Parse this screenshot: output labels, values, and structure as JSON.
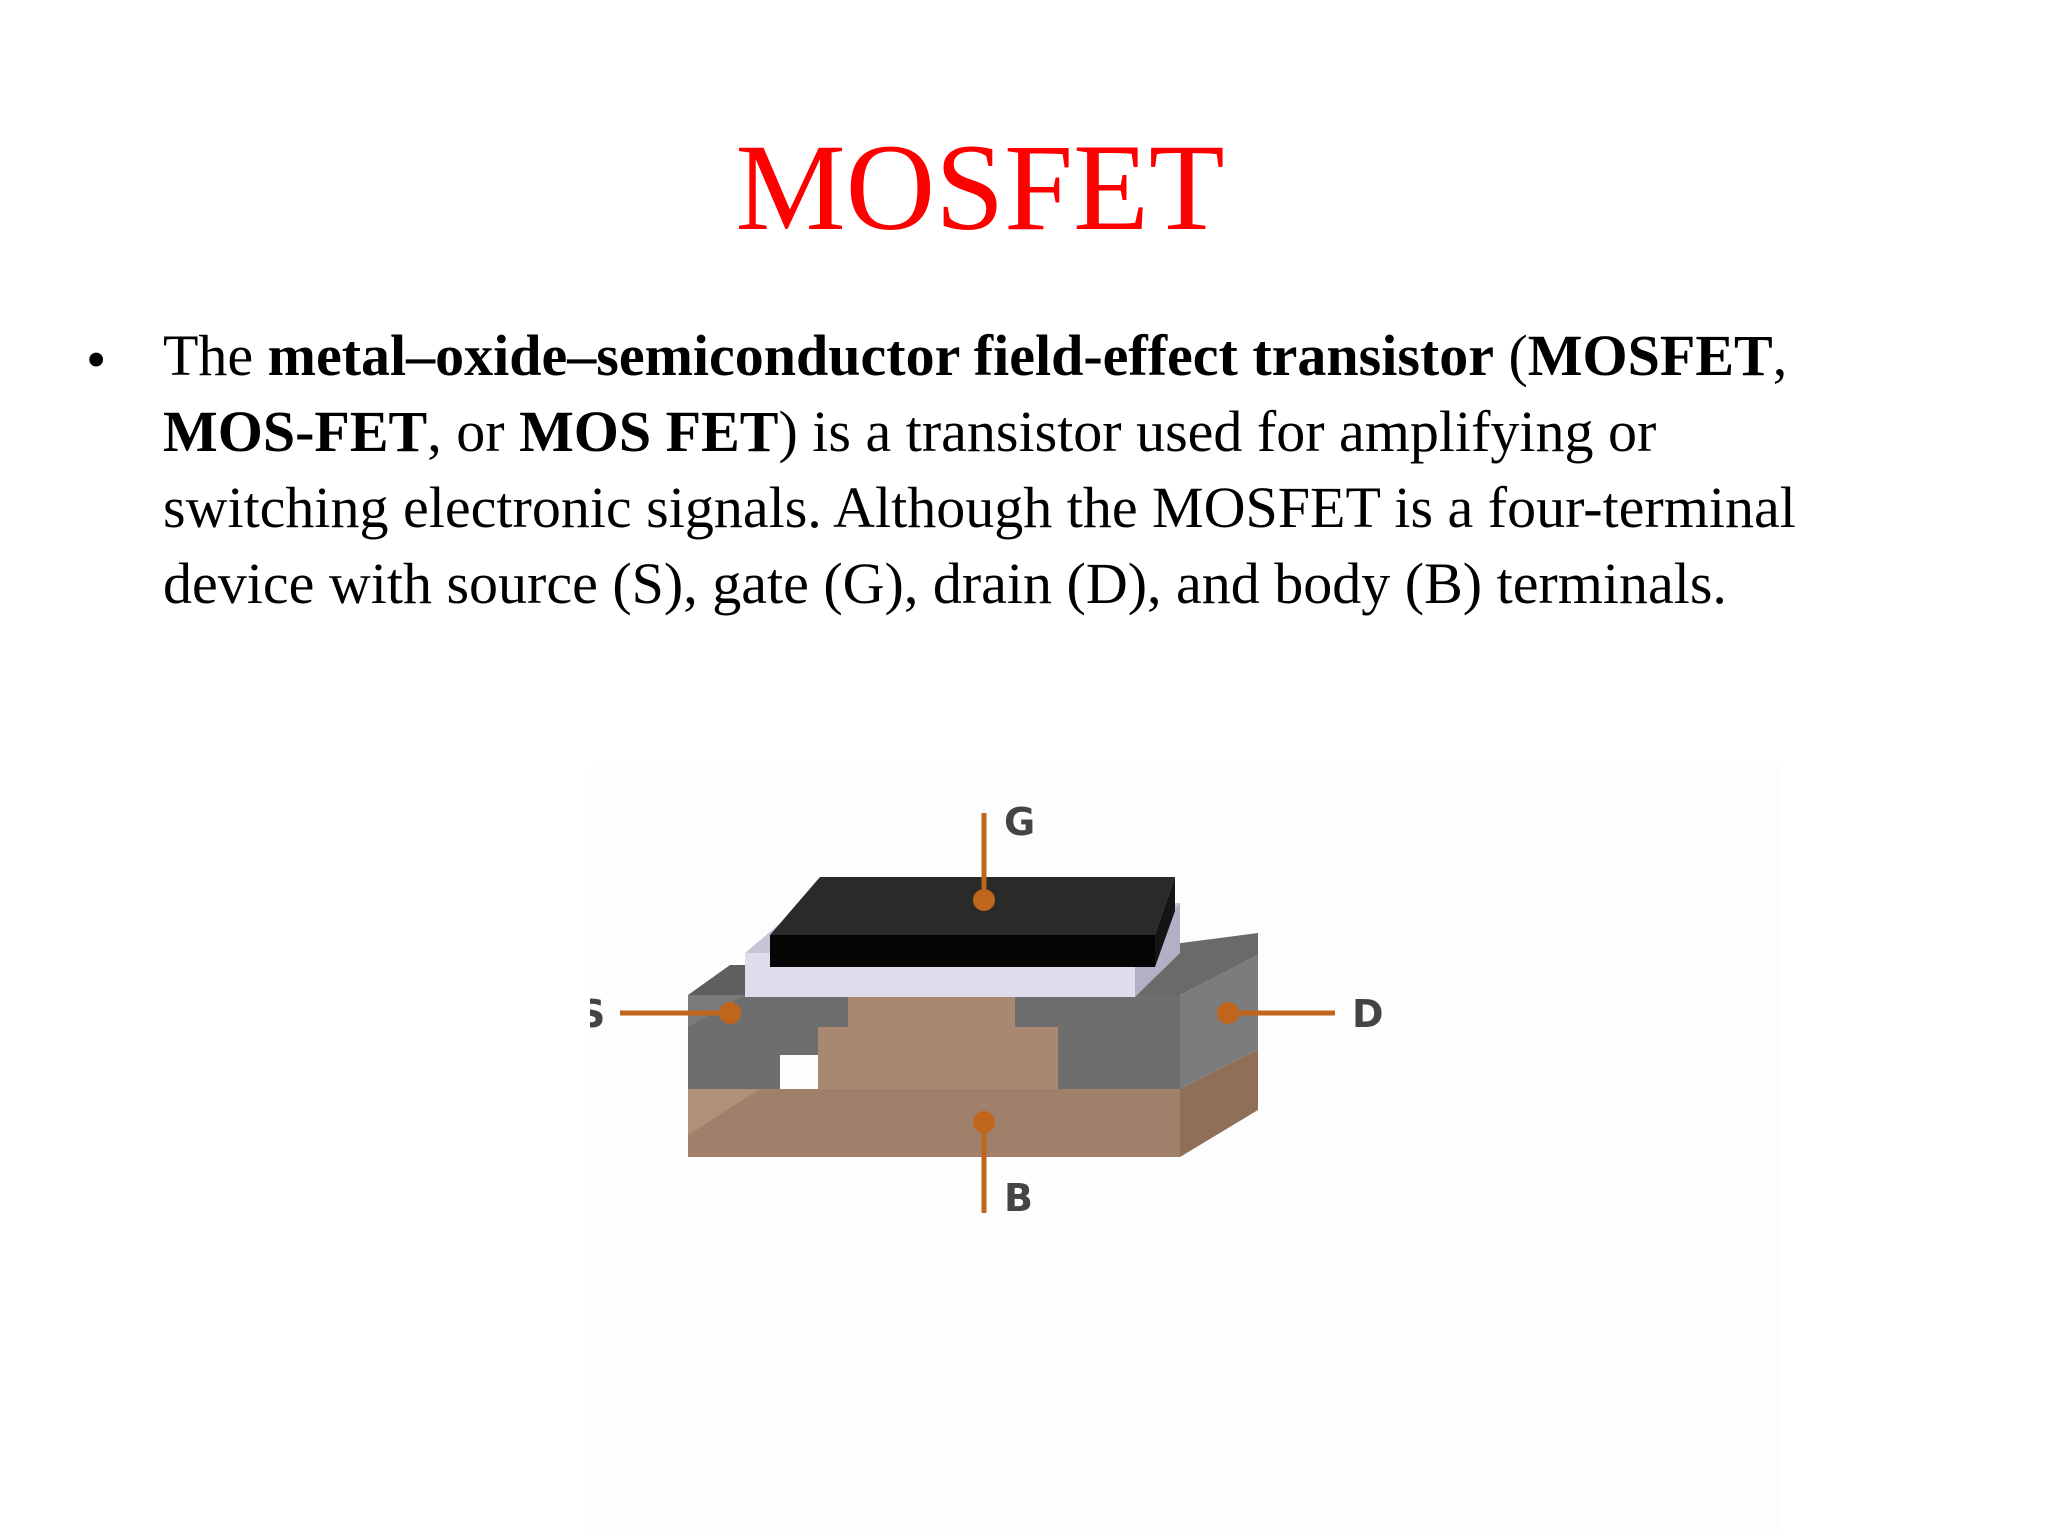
{
  "slide": {
    "title": "MOSFET",
    "bullet": {
      "t1": "The ",
      "b1": "metal–oxide–semiconductor field-effect transistor",
      "t2": " (",
      "b2": "MOSFET",
      "t3": ", ",
      "b3": "MOS-FET",
      "t4": ", or ",
      "b4": "MOS FET",
      "t5": ") is a transistor used for amplifying or switching electronic signals. Although the MOSFET is a four-terminal device with source (S), gate (G), drain (D), and body (B) terminals."
    }
  },
  "diagram": {
    "labels": {
      "gate": "G",
      "source": "S",
      "drain": "D",
      "body": "B"
    },
    "colors": {
      "gate_metal": "#1f1f1f",
      "oxide": "#d4d0e2",
      "n_region": "#6e6e6e",
      "substrate": "#a0806a",
      "lead": "#c0651c"
    }
  }
}
